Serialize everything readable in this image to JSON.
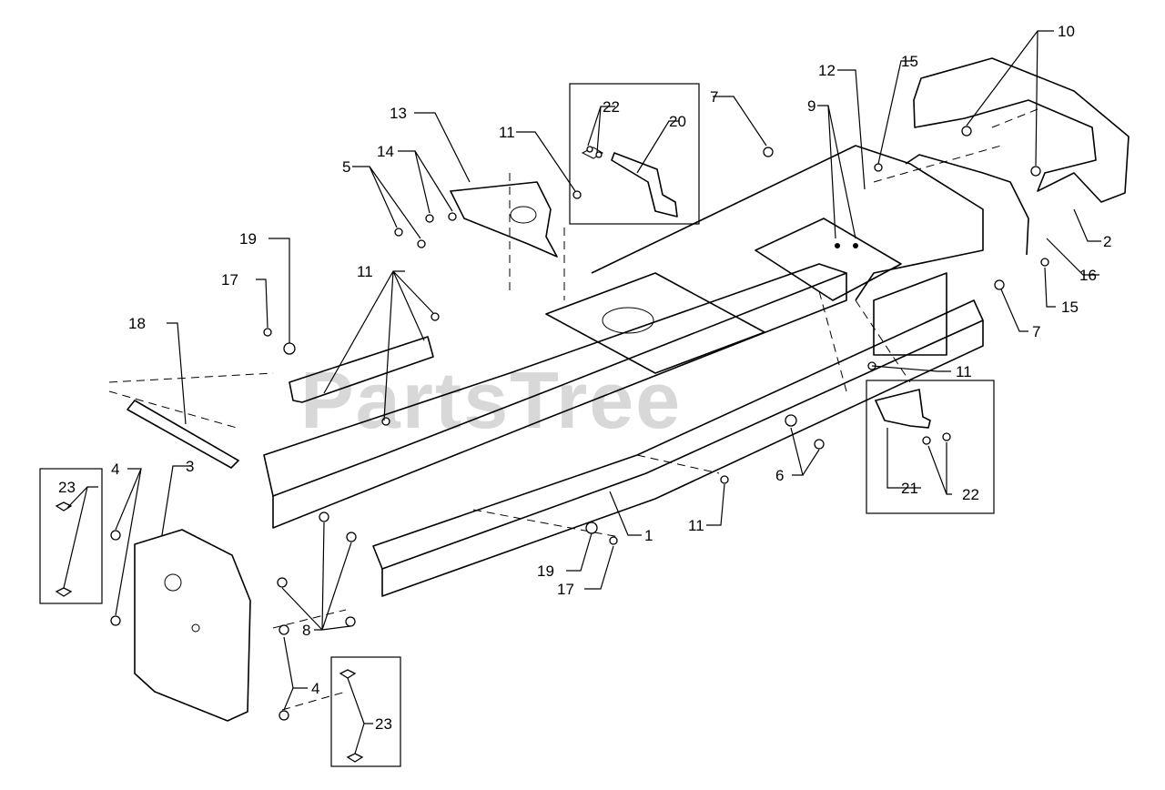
{
  "watermark": "PartsTree",
  "callouts": [
    {
      "id": "c1",
      "text": "1"
    },
    {
      "id": "c2",
      "text": "2"
    },
    {
      "id": "c3",
      "text": "3"
    },
    {
      "id": "c4a",
      "text": "4"
    },
    {
      "id": "c4b",
      "text": "4"
    },
    {
      "id": "c5",
      "text": "5"
    },
    {
      "id": "c6",
      "text": "6"
    },
    {
      "id": "c7a",
      "text": "7"
    },
    {
      "id": "c7b",
      "text": "7"
    },
    {
      "id": "c8",
      "text": "8"
    },
    {
      "id": "c9",
      "text": "9"
    },
    {
      "id": "c10",
      "text": "10"
    },
    {
      "id": "c11a",
      "text": "11"
    },
    {
      "id": "c11b",
      "text": "11"
    },
    {
      "id": "c11c",
      "text": "11"
    },
    {
      "id": "c11d",
      "text": "11"
    },
    {
      "id": "c12",
      "text": "12"
    },
    {
      "id": "c13",
      "text": "13"
    },
    {
      "id": "c14",
      "text": "14"
    },
    {
      "id": "c15a",
      "text": "15"
    },
    {
      "id": "c15b",
      "text": "15"
    },
    {
      "id": "c16",
      "text": "16"
    },
    {
      "id": "c17a",
      "text": "17"
    },
    {
      "id": "c17b",
      "text": "17"
    },
    {
      "id": "c18",
      "text": "18"
    },
    {
      "id": "c19a",
      "text": "19"
    },
    {
      "id": "c19b",
      "text": "19"
    },
    {
      "id": "c20",
      "text": "20"
    },
    {
      "id": "c21",
      "text": "21"
    },
    {
      "id": "c22a",
      "text": "22"
    },
    {
      "id": "c22b",
      "text": "22"
    },
    {
      "id": "c23a",
      "text": "23"
    },
    {
      "id": "c23b",
      "text": "23"
    }
  ]
}
